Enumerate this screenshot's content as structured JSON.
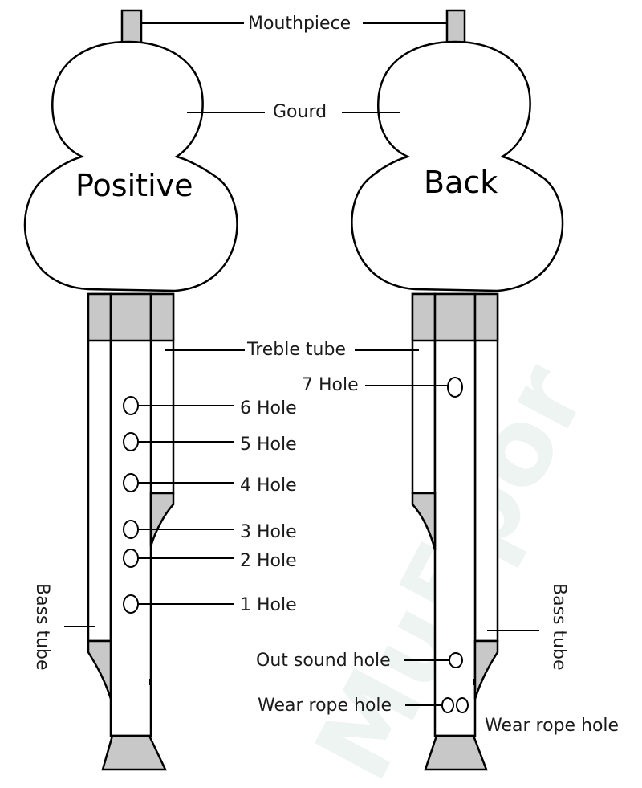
{
  "views": {
    "front_title": "Positive",
    "back_title": "Back"
  },
  "labels": {
    "mouthpiece": "Mouthpiece",
    "gourd": "Gourd",
    "treble_tube": "Treble tube",
    "hole_7": "7 Hole",
    "hole_6": "6 Hole",
    "hole_5": "5 Hole",
    "hole_4": "4 Hole",
    "hole_3": "3 Hole",
    "hole_2": "2 Hole",
    "hole_1": "1 Hole",
    "bass_tube_left": "Bass tube",
    "bass_tube_right": "Bass tube",
    "out_sound_hole": "Out sound hole",
    "wear_rope_hole_left": "Wear rope hole",
    "wear_rope_hole_right": "Wear rope hole"
  },
  "watermark": "Mu5por",
  "colors": {
    "fitting": "#c8c8c8",
    "outline": "#000000",
    "watermark": "#eef4f1"
  }
}
